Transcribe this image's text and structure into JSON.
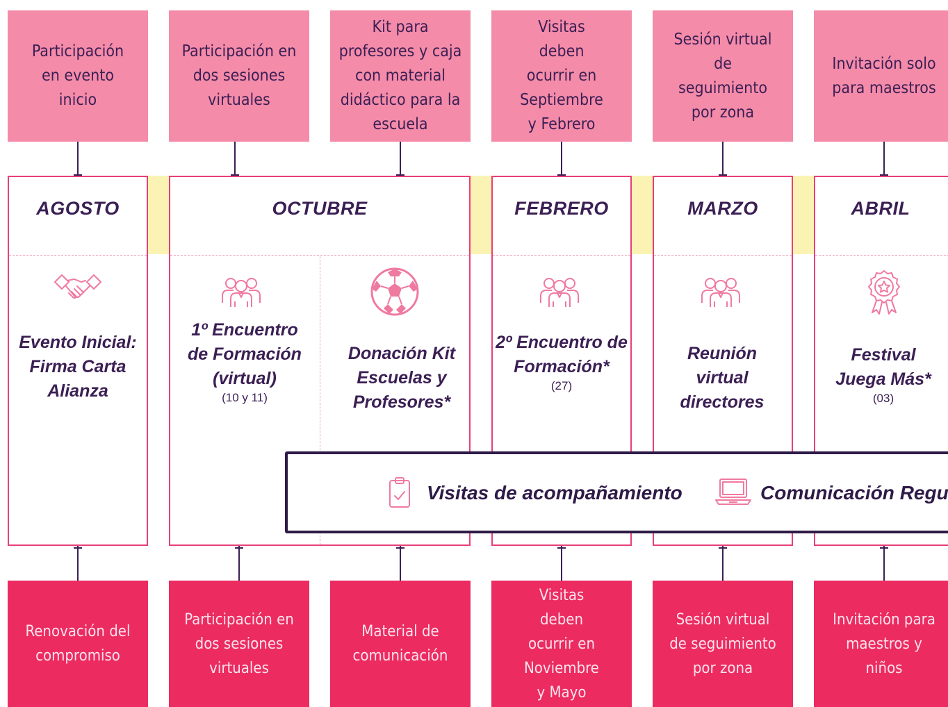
{
  "colors": {
    "pink_light": "#f48ba9",
    "pink_dark": "#ec2b61",
    "border": "#e83f78",
    "navy": "#3b1f54",
    "yellow": "#fbf3b3"
  },
  "top_notes": [
    "Participación en evento inicio",
    "Participación en dos sesiones virtuales",
    "Kit para profesores y caja con material didáctico para la escuela",
    "Visitas deben ocurrir en Septiembre y Febrero",
    "Sesión virtual de seguimiento por zona",
    "Invitación solo para maestros"
  ],
  "months": [
    "AGOSTO",
    "OCTUBRE",
    "FEBRERO",
    "MARZO",
    "ABRIL"
  ],
  "events": [
    {
      "icon": "handshake-icon",
      "title": "Evento Inicial: Firma Carta Alianza",
      "sub": ""
    },
    {
      "icon": "people-group-icon",
      "title": "1º Encuentro de Formación (virtual)",
      "sub": "(10 y 11)"
    },
    {
      "icon": "soccer-ball-icon",
      "title": "Donación Kit Escuelas y Profesores*",
      "sub": ""
    },
    {
      "icon": "people-group-icon",
      "title": "2º Encuentro de Formación*",
      "sub": "(27)"
    },
    {
      "icon": "people-group-icon",
      "title": "Reunión virtual directores",
      "sub": ""
    },
    {
      "icon": "award-ribbon-icon",
      "title": "Festival Juega Más*",
      "sub": "(03)"
    }
  ],
  "band": {
    "visitas": "Visitas de acompañamiento",
    "comunicacion": "Comunicación Regular"
  },
  "bottom_notes": [
    "Renovación del compromiso",
    "Participación en dos sesiones virtuales",
    "Material de comunicación",
    "Visitas deben ocurrir en Noviembre y Mayo",
    "Sesión virtual de seguimiento por zona",
    "Invitación para maestros y niños"
  ]
}
